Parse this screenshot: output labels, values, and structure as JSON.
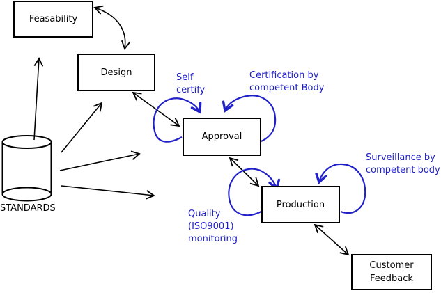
{
  "diagram": {
    "nodes": {
      "feasability": {
        "label": "Feasability",
        "shape": "rectangle"
      },
      "design": {
        "label": "Design",
        "shape": "rectangle"
      },
      "approval": {
        "label": "Approval",
        "shape": "rectangle"
      },
      "production": {
        "label": "Production",
        "shape": "rectangle"
      },
      "customer_feedback": {
        "label": "Customer\nFeedback",
        "shape": "rectangle"
      },
      "standards": {
        "label": "STANDARDS",
        "shape": "cylinder"
      }
    },
    "annotations": {
      "self_certify": {
        "text": "Self\ncertify"
      },
      "certification": {
        "text": "Certification by\ncompetent Body"
      },
      "surveillance": {
        "text": "Surveillance by\ncompetent body"
      },
      "quality": {
        "text": "Quality\n(ISO9001)\nmonitoring"
      }
    },
    "edges": [
      {
        "from": "Feasability",
        "to": "Design",
        "style": "black-double-arrow-curved"
      },
      {
        "from": "Design",
        "to": "Approval",
        "style": "black-double-arrow"
      },
      {
        "from": "Approval",
        "to": "Production",
        "style": "black-double-arrow"
      },
      {
        "from": "Production",
        "to": "Customer Feedback",
        "style": "black-double-arrow"
      },
      {
        "from": "STANDARDS",
        "to": "Feasability",
        "style": "black-arrow"
      },
      {
        "from": "STANDARDS",
        "to": "Design",
        "style": "black-arrow"
      },
      {
        "from": "STANDARDS",
        "to": "Approval",
        "style": "black-arrow"
      },
      {
        "from": "STANDARDS",
        "to": "Production",
        "style": "black-arrow"
      },
      {
        "on": "Approval",
        "label": "Self certify",
        "style": "blue-self-loop-left"
      },
      {
        "on": "Approval",
        "label": "Certification by competent Body",
        "style": "blue-self-loop-right"
      },
      {
        "on": "Production",
        "label": "Quality (ISO9001) monitoring",
        "style": "blue-self-loop-left"
      },
      {
        "on": "Production",
        "label": "Surveillance by competent body",
        "style": "blue-self-loop-right"
      }
    ],
    "colors": {
      "line": "#000000",
      "accent_blue": "#2121c8",
      "background": "#ffffff"
    }
  }
}
